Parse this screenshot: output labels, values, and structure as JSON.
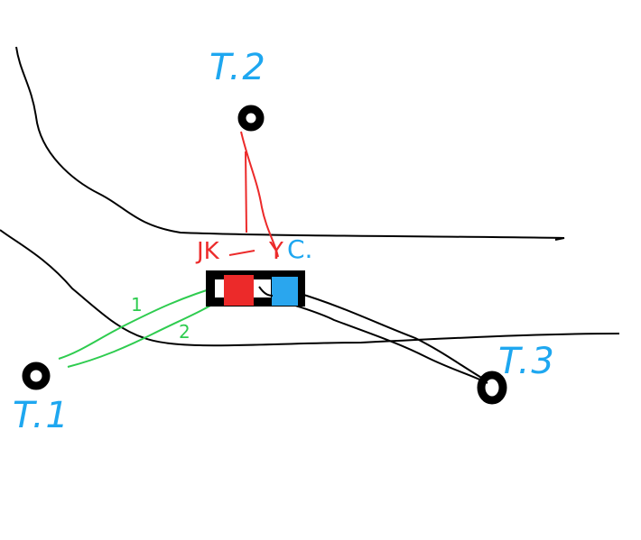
{
  "terminals": [
    {
      "id": "t1",
      "label": "T.1"
    },
    {
      "id": "t2",
      "label": "T.2"
    },
    {
      "id": "t3",
      "label": "T.3"
    }
  ],
  "annotations": {
    "red_left": "JK",
    "red_right": "Y",
    "blue": "C.",
    "green_1": "1",
    "green_2": "2"
  },
  "colors": {
    "red": "#ec2a2a",
    "blue": "#2aa6ee",
    "green": "#2ecc4f",
    "black": "#000000"
  }
}
